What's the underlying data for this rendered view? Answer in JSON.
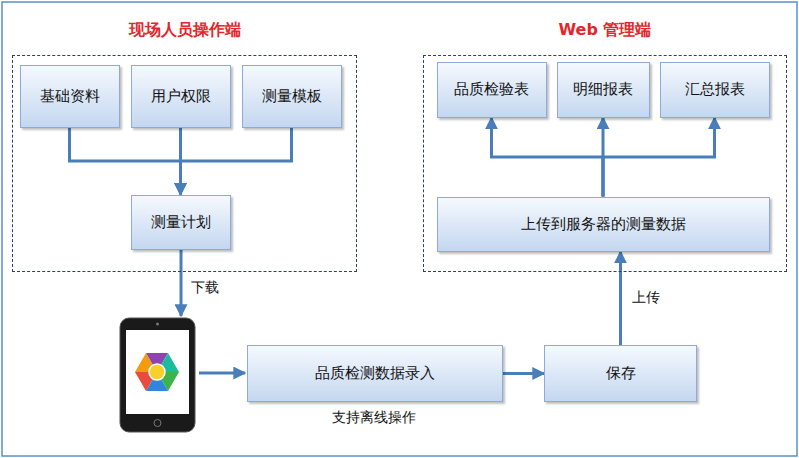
{
  "diagram": {
    "nodes": [
      {
        "text": [
          "现场人员操作端"
        ]
      },
      {
        "text": [
          "基础资料"
        ],
        "in": 0
      },
      {
        "text": [
          "用户权限"
        ],
        "in": 0
      },
      {
        "text": [
          "测量模板"
        ],
        "in": 0
      },
      {
        "text": [
          "测量计划"
        ],
        "in": 0
      },
      {
        "text": [
          "Web 管理端"
        ]
      },
      {
        "text": [
          "品质检验表"
        ],
        "in": 5
      },
      {
        "text": [
          "明细报表"
        ],
        "in": 5
      },
      {
        "text": [
          "汇总报表"
        ],
        "in": 5
      },
      {
        "text": [
          "上传到服务器的测量数据"
        ],
        "in": 5
      },
      {
        "text": [
          "品质检测数据录入"
        ]
      },
      {
        "text": [
          "保存"
        ]
      }
    ],
    "edges": [
      {
        "from": 1,
        "to": 4,
        "arrow": "to"
      },
      {
        "from": 2,
        "to": 4,
        "arrow": "to"
      },
      {
        "from": 3,
        "to": 4,
        "arrow": "to"
      },
      {
        "from": 9,
        "to": 6,
        "arrow": "to"
      },
      {
        "from": 9,
        "to": 7,
        "arrow": "to"
      },
      {
        "from": 9,
        "to": 8,
        "arrow": "to"
      },
      {
        "from": 10,
        "to": 11,
        "arrow": "to"
      },
      {
        "from": 11,
        "to": 9,
        "label": "上传",
        "arrow": "to"
      }
    ],
    "labels": [
      "下载",
      "支持离线操作"
    ]
  }
}
